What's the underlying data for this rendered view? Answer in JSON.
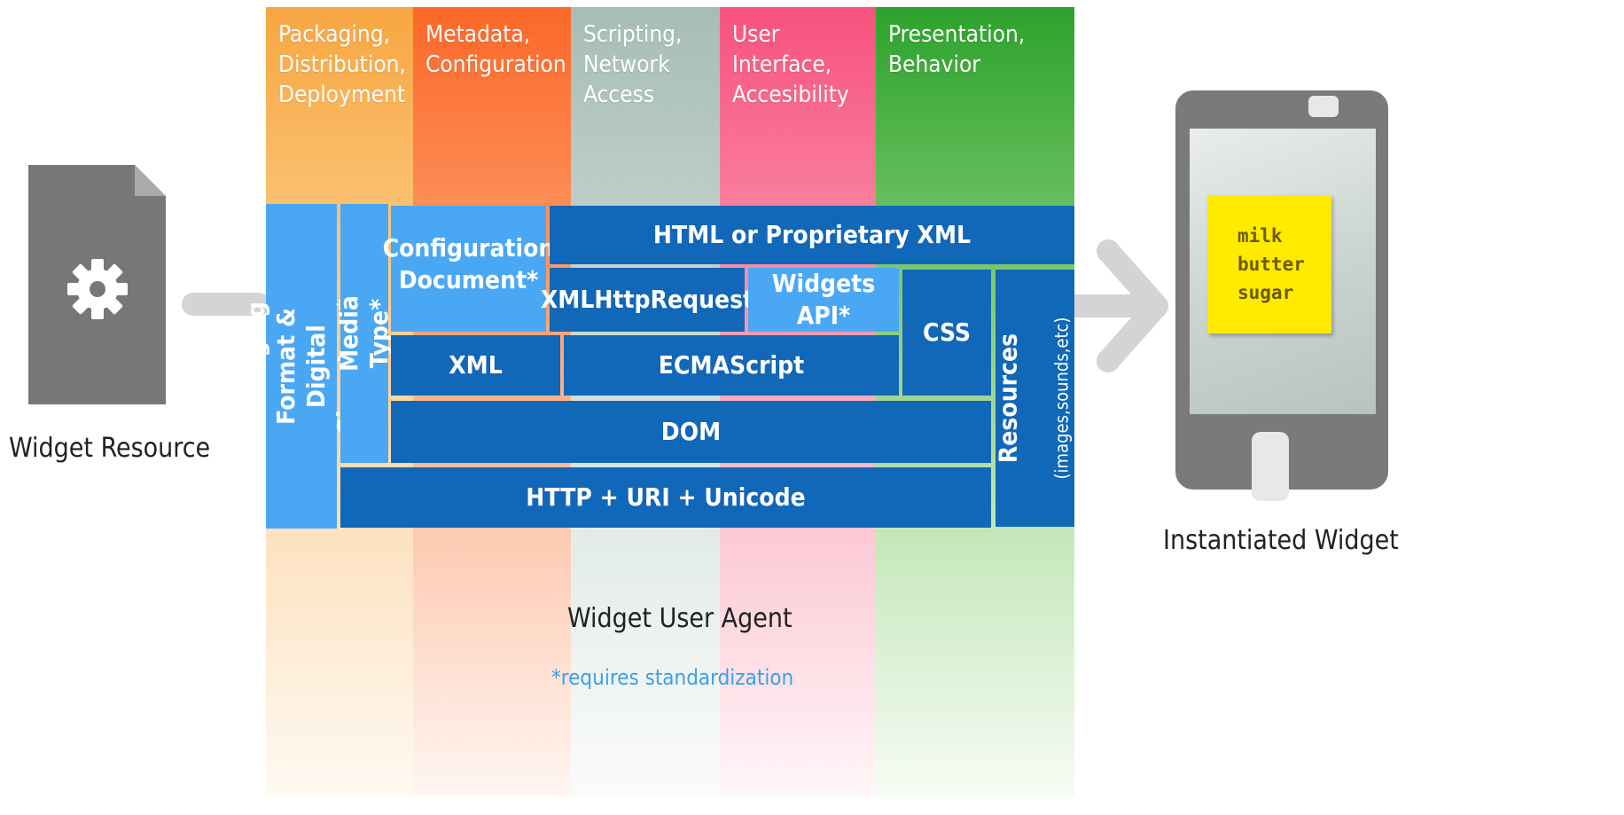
{
  "title": "",
  "categories": [
    {
      "label": "Packaging,\nDistribution,\nDeployment",
      "color": "#f7a641"
    },
    {
      "label": "Metadata,\nConfiguration",
      "color": "#fb6828"
    },
    {
      "label": "Scripting,\nNetwork Access",
      "color": "#a6bdb5"
    },
    {
      "label": "User Interface,\nAccesibility",
      "color": "#f7527e"
    },
    {
      "label": "Presentation,\nBehavior",
      "color": "#2da22c"
    }
  ],
  "widget_resource": {
    "label": "Widget Resource",
    "icon": "gear-document-icon"
  },
  "instantiated_widget": {
    "label": "Instantiated Widget",
    "icon": "phone-icon",
    "note_lines": "milk\nbutter\nsugar"
  },
  "stack": {
    "packaging_format": "Packaging Format &\nDigital Signature*",
    "media_type": "Media Type*",
    "configuration_document": "Configuration\nDocument*",
    "html_or_xml": "HTML or Proprietary XML",
    "xmlhttprequest": "XMLHttpRequest",
    "widgets_api": "Widgets API*",
    "css": "CSS",
    "resources_title": "Resources",
    "resources_sub": "(images,sounds,etc)",
    "xml": "XML",
    "ecmascript": "ECMAScript",
    "dom": "DOM",
    "http": "HTTP + URI + Unicode"
  },
  "user_agent_label": "Widget User Agent",
  "footnote": "*requires standardization",
  "colors": {
    "dark_blue": "#1167b8",
    "light_blue": "#4aa7f4",
    "arrow": "#d4d4d4",
    "footnote": "#3aa0e8"
  }
}
